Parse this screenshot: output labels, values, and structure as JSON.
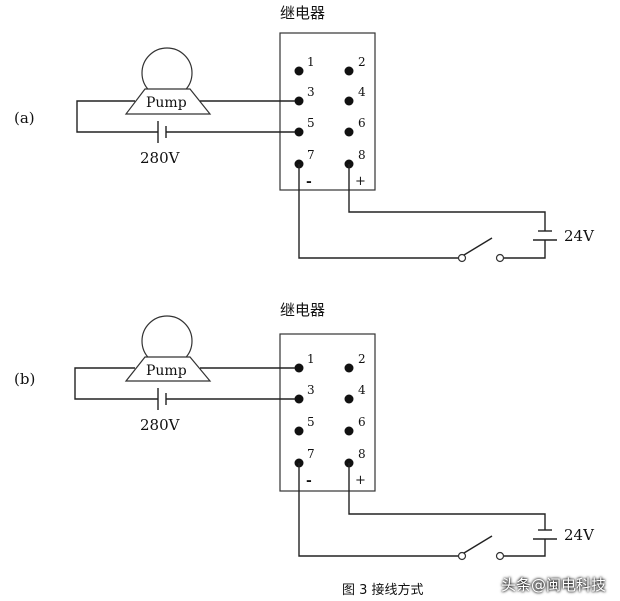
{
  "relay_label": "继电器",
  "pump_label": "Pump",
  "supply_ac_label": "280V",
  "supply_dc_label": "24V",
  "pin_numbers": [
    "1",
    "2",
    "3",
    "4",
    "5",
    "6",
    "7",
    "8"
  ],
  "minus_label": "-",
  "plus_label": "+",
  "panels": [
    {
      "id": "a",
      "label": "(a)",
      "pump_to_pins": [
        "3",
        "5"
      ]
    },
    {
      "id": "b",
      "label": "(b)",
      "pump_to_pins": [
        "1",
        "3"
      ]
    }
  ],
  "caption": "图 3  接线方式",
  "watermark": {
    "text": "头条@闽电科技",
    "icon": "toutiao-logo-icon"
  }
}
